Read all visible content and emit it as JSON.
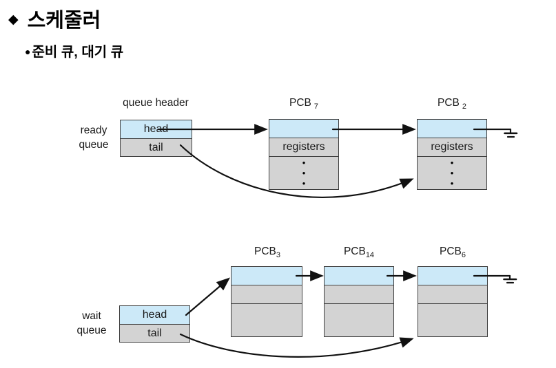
{
  "slide": {
    "title_bullet": "◆",
    "title": "스케줄러",
    "subtitle_bullet": "●",
    "subtitle": "준비 큐, 대기 큐"
  },
  "colors": {
    "cell_blue": "#cce9f8",
    "cell_gray": "#d3d3d3",
    "box_border": "#3e3e3e",
    "arrow_black": "#111111",
    "text_black": "#000000"
  },
  "ready_queue": {
    "side_label_line1": "ready",
    "side_label_line2": "queue",
    "header_label": "queue header",
    "head": "head",
    "tail": "tail",
    "dot": "•",
    "pcbs": [
      {
        "base": "PCB",
        "sub": "7",
        "row2": "registers"
      },
      {
        "base": "PCB",
        "sub": "2",
        "row2": "registers"
      }
    ]
  },
  "wait_queue": {
    "side_label_line1": "wait",
    "side_label_line2": "queue",
    "head": "head",
    "tail": "tail",
    "pcbs": [
      {
        "base": "PCB",
        "sub": "3"
      },
      {
        "base": "PCB",
        "sub": "14"
      },
      {
        "base": "PCB",
        "sub": "6"
      }
    ]
  }
}
